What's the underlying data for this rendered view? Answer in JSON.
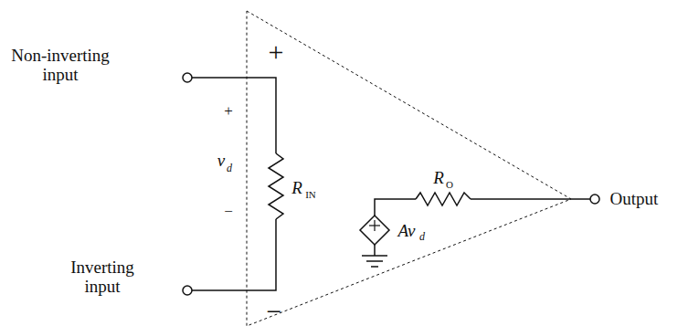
{
  "diagram": {
    "labels": [
      "Non-inverting input",
      "Inverting input",
      "Output",
      "+",
      "−",
      "+",
      "v",
      "d",
      "−",
      "R",
      "IN",
      "R",
      "O",
      "Av",
      "d"
    ]
  }
}
